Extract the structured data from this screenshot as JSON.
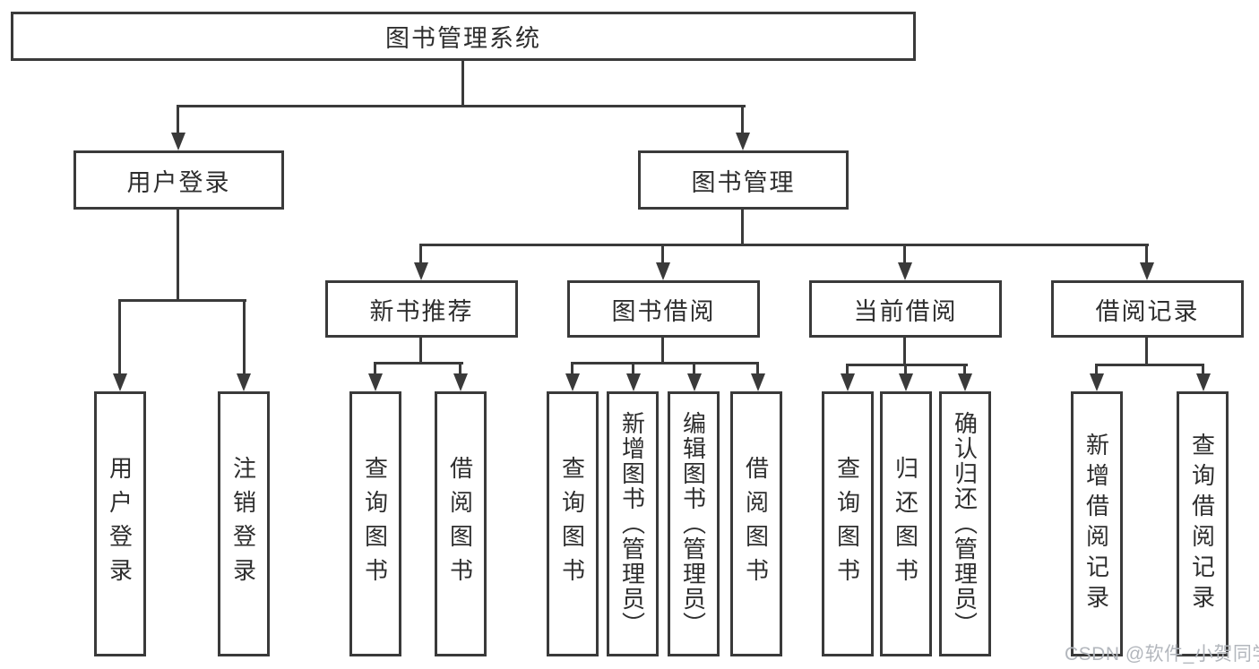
{
  "tree": {
    "root": "图书管理系统",
    "level2": [
      {
        "label": "用户登录",
        "leaves": [
          "用户登录",
          "注销登录"
        ]
      },
      {
        "label": "图书管理",
        "groups": [
          {
            "label": "新书推荐",
            "leaves": [
              "查询图书",
              "借阅图书"
            ]
          },
          {
            "label": "图书借阅",
            "leaves": [
              "查询图书",
              "新增图书（管理员）",
              "编辑图书（管理员）",
              "借阅图书"
            ]
          },
          {
            "label": "当前借阅",
            "leaves": [
              "查询图书",
              "归还图书",
              "确认归还（管理员）"
            ]
          },
          {
            "label": "借阅记录",
            "leaves": [
              "新增借阅记录",
              "查询借阅记录"
            ]
          }
        ]
      }
    ]
  },
  "watermark": {
    "text": "CSDN @软件_小贺同学"
  },
  "colors": {
    "line": "#3a3a3a",
    "text": "#2e2e2e",
    "watermark": "#b3b7bd",
    "background": "#ffffff"
  }
}
